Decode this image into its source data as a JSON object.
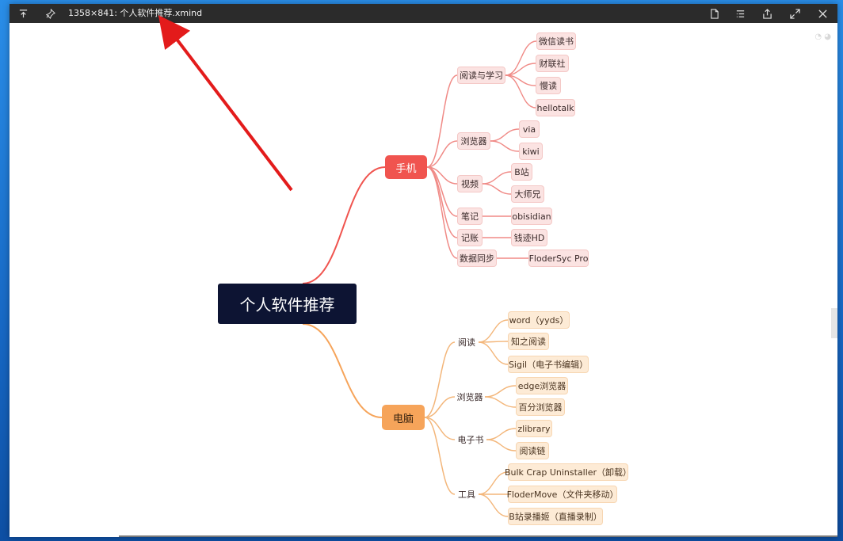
{
  "window": {
    "title": "1358×841: 个人软件推荐.xmind"
  },
  "mindmap": {
    "root": "个人软件推荐",
    "phone": {
      "label": "手机",
      "groups": [
        {
          "label": "阅读与学习",
          "items": [
            "微信读书",
            "财联社",
            "慢读",
            "hellotalk"
          ]
        },
        {
          "label": "浏览器",
          "items": [
            "via",
            "kiwi"
          ]
        },
        {
          "label": "视频",
          "items": [
            "B站",
            "大师兄"
          ]
        },
        {
          "label": "笔记",
          "items": [
            "obisidian"
          ]
        },
        {
          "label": "记账",
          "items": [
            "钱迹HD"
          ]
        },
        {
          "label": "数据同步",
          "items": [
            "FloderSyc Pro"
          ]
        }
      ]
    },
    "pc": {
      "label": "电脑",
      "groups": [
        {
          "label": "阅读",
          "items": [
            "word（yyds）",
            "知之阅读",
            "Sigil（电子书编辑）"
          ]
        },
        {
          "label": "浏览器",
          "items": [
            "edge浏览器",
            "百分浏览器"
          ]
        },
        {
          "label": "电子书",
          "items": [
            "zlibrary",
            "阅读链"
          ]
        },
        {
          "label": "工具",
          "items": [
            "Bulk Crap Uninstaller（卸载）",
            "FloderMove（文件夹移动）",
            "B站录播姬（直播录制）"
          ]
        }
      ]
    }
  },
  "colors": {
    "phone_branch": "#f0544f",
    "phone_line": "#f08a86",
    "pc_branch": "#f6a45a",
    "pc_line": "#f3b67a",
    "root_bg": "#0d1433",
    "arrow": "#e31b1b"
  },
  "icons": {
    "pin_top": "arrow-up-bar-icon",
    "pin": "pin-icon",
    "file": "file-icon",
    "outline": "outline-icon",
    "share": "share-icon",
    "fullscreen": "expand-icon",
    "close": "close-icon"
  }
}
